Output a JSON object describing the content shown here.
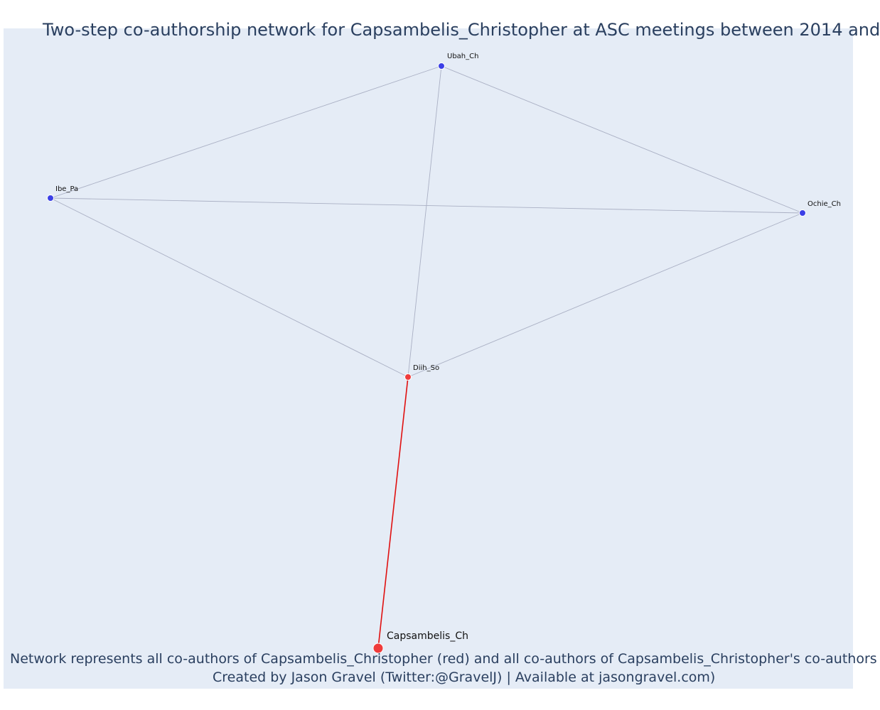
{
  "title": "Two-step co-authorship network for Capsambelis_Christopher at ASC meetings between 2014 and",
  "caption_line1": "Network represents all co-authors of Capsambelis_Christopher (red) and all co-authors of Capsambelis_Christopher's co-authors",
  "caption_line2": "Created by Jason Gravel (Twitter:@GravelJ) | Available at jasongravel.com)",
  "colors": {
    "background": "#e5ecf6",
    "focal_node": "#ef3b3b",
    "coauthor_node": "#ef3b3b",
    "second_step_node": "#3b3fe6",
    "focal_edge": "#e01010",
    "other_edge": "#aab0c4",
    "text": "#2a3f5f"
  },
  "nodes": [
    {
      "id": "Capsambelis_Ch",
      "label": "Capsambelis_Ch",
      "role": "focal"
    },
    {
      "id": "Diih_So",
      "label": "Diih_So",
      "role": "coauthor"
    },
    {
      "id": "Ubah_Ch",
      "label": "Ubah_Ch",
      "role": "second_step"
    },
    {
      "id": "Ibe_Pa",
      "label": "Ibe_Pa",
      "role": "second_step"
    },
    {
      "id": "Ochie_Ch",
      "label": "Ochie_Ch",
      "role": "second_step"
    }
  ],
  "edges": [
    {
      "source": "Capsambelis_Ch",
      "target": "Diih_So",
      "type": "focal"
    },
    {
      "source": "Diih_So",
      "target": "Ubah_Ch",
      "type": "other"
    },
    {
      "source": "Diih_So",
      "target": "Ibe_Pa",
      "type": "other"
    },
    {
      "source": "Diih_So",
      "target": "Ochie_Ch",
      "type": "other"
    },
    {
      "source": "Ubah_Ch",
      "target": "Ibe_Pa",
      "type": "other"
    },
    {
      "source": "Ubah_Ch",
      "target": "Ochie_Ch",
      "type": "other"
    },
    {
      "source": "Ibe_Pa",
      "target": "Ochie_Ch",
      "type": "other"
    }
  ]
}
